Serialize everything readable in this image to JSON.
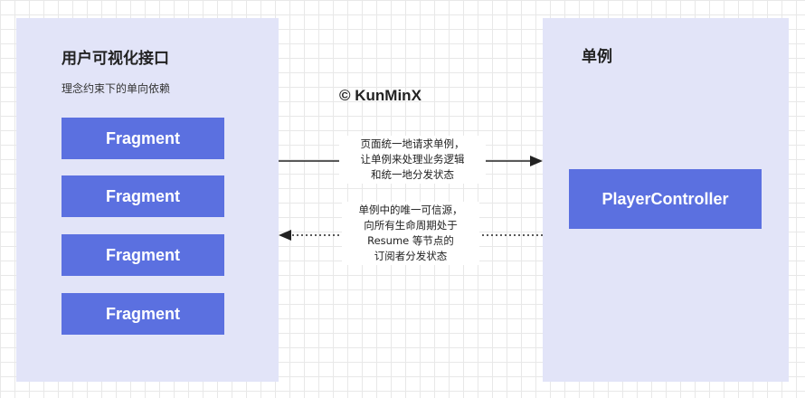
{
  "left_panel": {
    "title": "用户可视化接口",
    "subtitle": "理念约束下的单向依赖",
    "fragments": [
      "Fragment",
      "Fragment",
      "Fragment",
      "Fragment"
    ]
  },
  "right_panel": {
    "title": "单例",
    "controller": "PlayerController"
  },
  "copyright": "© KunMinX",
  "arrow_request": {
    "lines": [
      "页面统一地请求单例，",
      "让单例来处理业务逻辑",
      "和统一地分发状态"
    ]
  },
  "arrow_state": {
    "lines": [
      "单例中的唯一可信源，",
      "向所有生命周期处于",
      "Resume 等节点的",
      "订阅者分发状态"
    ]
  },
  "colors": {
    "panel": "#e2e4f8",
    "box": "#5b70e0",
    "arrow": "#222222"
  }
}
